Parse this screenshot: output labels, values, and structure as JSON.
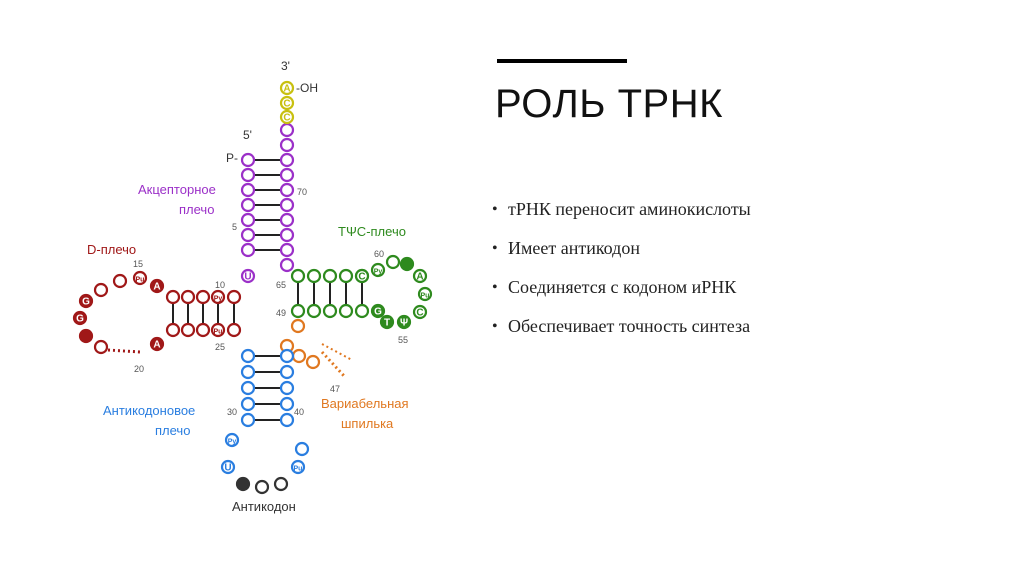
{
  "slide": {
    "title": "РОЛЬ ТРНК",
    "bullets": [
      "тРНК переносит аминокислоты",
      "Имеет антикодон",
      "Соединяется с кодоном иРНК",
      "Обеспечивает точность синтеза"
    ]
  },
  "diagram": {
    "colors": {
      "acceptor": "#9b30c8",
      "acceptor_end": "#c8c010",
      "d_arm": "#a01818",
      "anticodon": "#2a7ee0",
      "anticodon_loop": "#333333",
      "variable": "#e07820",
      "tpsic": "#2e8a1e"
    },
    "labels": {
      "three_prime": "3'",
      "five_prime": "5'",
      "oh": "-OH",
      "p": "P-",
      "acceptor_arm": "Акцепторное",
      "acceptor_arm2": "плечо",
      "d_arm": "D-плечо",
      "tpsic_arm": "TΨC-плечо",
      "anticodon_arm": "Антикодоновое",
      "anticodon_arm2": "плечо",
      "variable_loop": "Вариабельная",
      "variable_loop2": "шпилька",
      "anticodon": "Антикодон"
    },
    "numbers": {
      "n70": "70",
      "n5": "5",
      "n15": "15",
      "n10": "10",
      "n65": "65",
      "n60": "60",
      "n49": "49",
      "n55": "55",
      "n25": "25",
      "n20": "20",
      "n30": "30",
      "n40": "40",
      "n47": "47"
    },
    "bases": {
      "a_end": "A",
      "c1": "C",
      "c2": "C",
      "u8": "U",
      "pu14": "Pu",
      "a14": "A",
      "py11": "Py",
      "g18": "G",
      "g19": "G",
      "a21": "A",
      "pu26": "Pu",
      "py32": "Py",
      "u33": "U",
      "pu37": "Pu",
      "g53": "G",
      "t54": "T",
      "psi55": "Ψ",
      "c56": "C",
      "py61": "Py",
      "a58": "A",
      "pu57": "Pu",
      "c61": "C"
    }
  }
}
